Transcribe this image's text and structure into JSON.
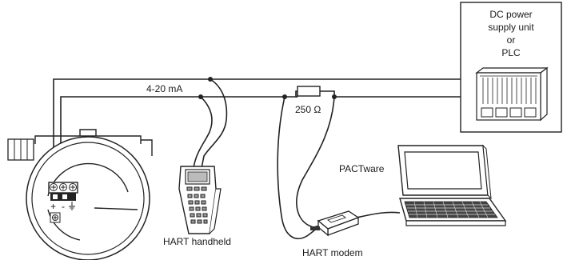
{
  "labels": {
    "current_loop": "4-20 mA",
    "resistor": "250 Ω",
    "power_supply_line1": "DC power",
    "power_supply_line2": "supply unit",
    "power_supply_line3": "or",
    "power_supply_line4": "PLC",
    "software": "PACTware",
    "handheld": "HART handheld",
    "modem": "HART modem",
    "terminal_plus": "+",
    "terminal_minus": "-"
  },
  "icons": [
    "transmitter-icon",
    "hart-handheld-icon",
    "laptop-icon",
    "hart-modem-icon",
    "resistor-icon",
    "plc-icon",
    "ground-icon"
  ]
}
